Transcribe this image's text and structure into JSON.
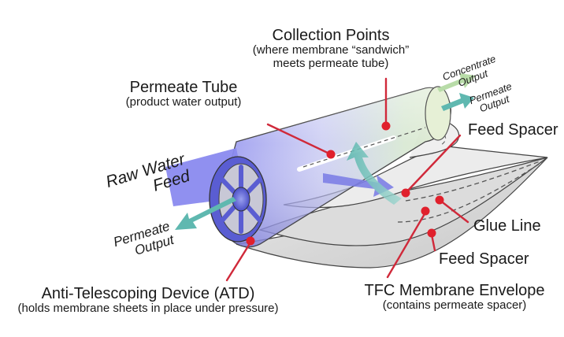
{
  "diagram": {
    "labels": {
      "collection_points": {
        "title": "Collection Points",
        "sub1": "(where membrane “sandwich”",
        "sub2": "meets permeate tube)"
      },
      "permeate_tube": {
        "title": "Permeate Tube",
        "sub": "(product water output)"
      },
      "feed_spacer_top": {
        "title": "Feed Spacer"
      },
      "glue_line": {
        "title": "Glue Line"
      },
      "feed_spacer_bottom": {
        "title": "Feed Spacer"
      },
      "tfc_membrane": {
        "title": "TFC Membrane Envelope",
        "sub": "(contains permeate spacer)"
      },
      "atd": {
        "title": "Anti-Telescoping Device (ATD)",
        "sub": "(holds membrane sheets in place under pressure)"
      }
    },
    "flows": {
      "raw_water_feed": {
        "line1": "Raw Water",
        "line2": "Feed"
      },
      "permeate_output_left": {
        "line1": "Permeate",
        "line2": "Output"
      },
      "concentrate_output": {
        "line1": "Concentrate",
        "line2": "Output"
      },
      "permeate_output_right": {
        "line1": "Permeate",
        "line2": "Output"
      }
    },
    "colors": {
      "callout_line": "#d0293a",
      "callout_dot": "#e0202c",
      "tube_blue": "#8c8cf0",
      "atd_blue": "#5f63d9",
      "arrow_teal": "#5fb8b0",
      "membrane_grey": "#d6d6d6",
      "outline": "#333333"
    }
  }
}
